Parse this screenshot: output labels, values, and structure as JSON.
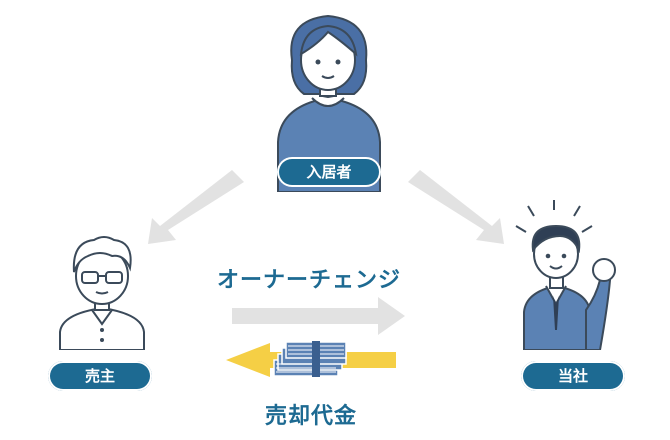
{
  "labels": {
    "resident": "入居者",
    "seller": "売主",
    "company": "当社",
    "owner_change": "オーナーチェンジ",
    "sale_price": "売却代金"
  },
  "colors": {
    "badge": "#1d6a92",
    "caption": "#1d6a92",
    "gray_arrow": "#e2e2e2",
    "yellow_arrow": "#f5cf45",
    "person_fill": "#5b82b4",
    "hair": "#4a6fa5",
    "line": "#3b4a5a"
  },
  "icons": [
    "woman-resident-icon",
    "man-seller-icon",
    "businessman-company-icon",
    "money-stack-icon"
  ]
}
